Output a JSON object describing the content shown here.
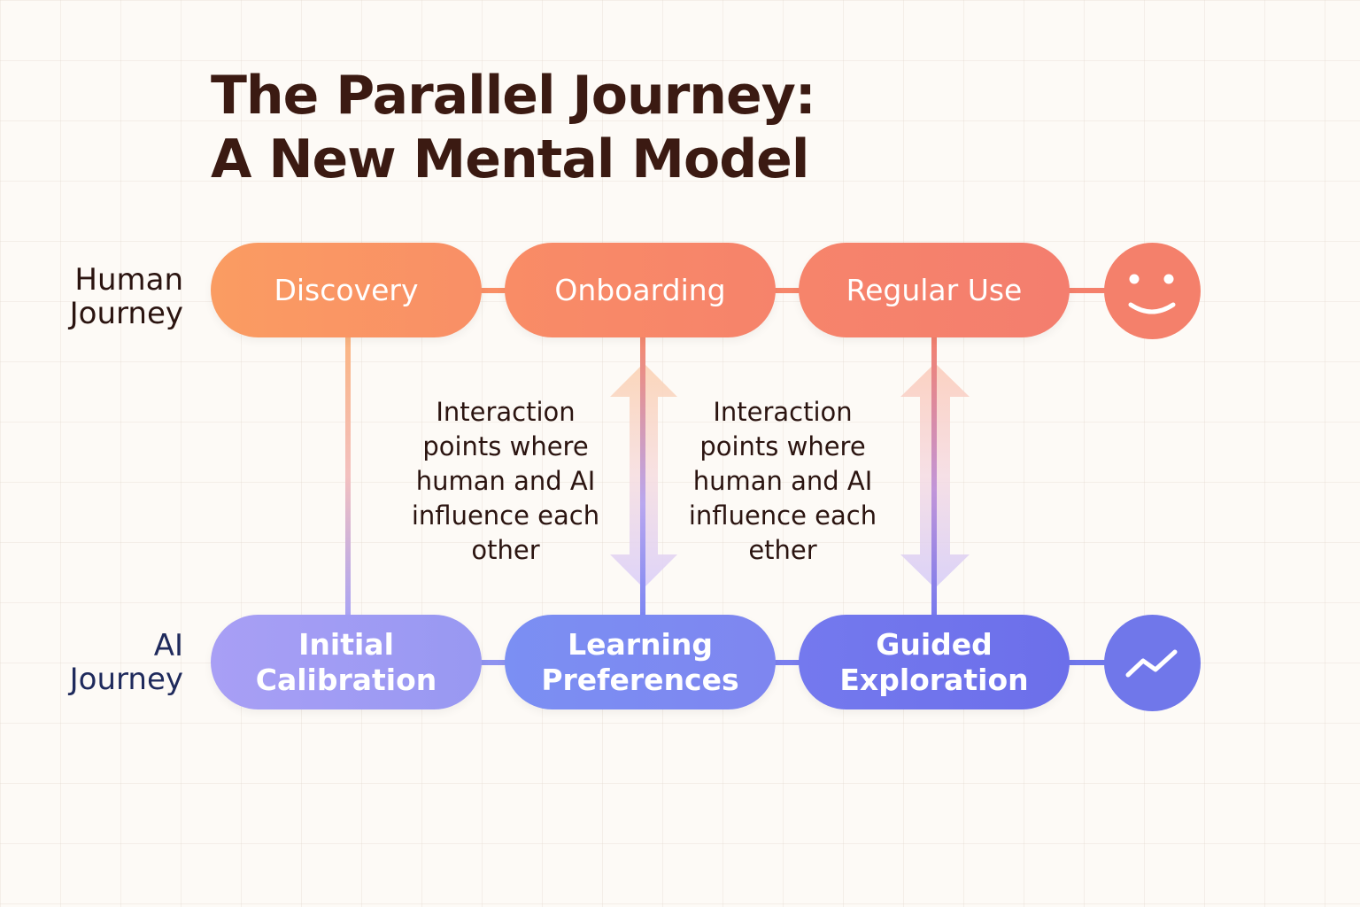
{
  "title": {
    "line1": "The Parallel Journey:",
    "line2": "A New Mental Model"
  },
  "rows": {
    "human": {
      "label_line1": "Human",
      "label_line2": "Journey"
    },
    "ai": {
      "label_line1": "AI",
      "label_line2": "Journey"
    }
  },
  "human_stages": [
    {
      "label_line1": "Discovery",
      "label_line2": ""
    },
    {
      "label_line1": "Onboarding",
      "label_line2": ""
    },
    {
      "label_line1": "Regular Use",
      "label_line2": ""
    }
  ],
  "ai_stages": [
    {
      "label_line1": "Initial",
      "label_line2": "Calibration"
    },
    {
      "label_line1": "Learning",
      "label_line2": "Preferences"
    },
    {
      "label_line1": "Guided",
      "label_line2": "Exploration"
    }
  ],
  "human_end_icon": "smiley-face-icon",
  "ai_end_icon": "trend-line-icon",
  "notes": [
    {
      "lines": [
        "Interaction",
        "points where",
        "human and AI",
        "influence each",
        "other"
      ]
    },
    {
      "lines": [
        "Interaction",
        "points where",
        "human and AI",
        "influence each",
        "ether"
      ]
    }
  ],
  "colors": {
    "title": "#3b1a12",
    "human_gradient_start": "#f99a62",
    "human_gradient_end": "#f47d6d",
    "ai_gradient_start": "#a49cf4",
    "ai_gradient_end": "#6d71ec",
    "human_circle": "#f4806b",
    "ai_circle": "#7077ea",
    "connector_human": "#f7866c",
    "connector_ai": "#7b7fee"
  }
}
